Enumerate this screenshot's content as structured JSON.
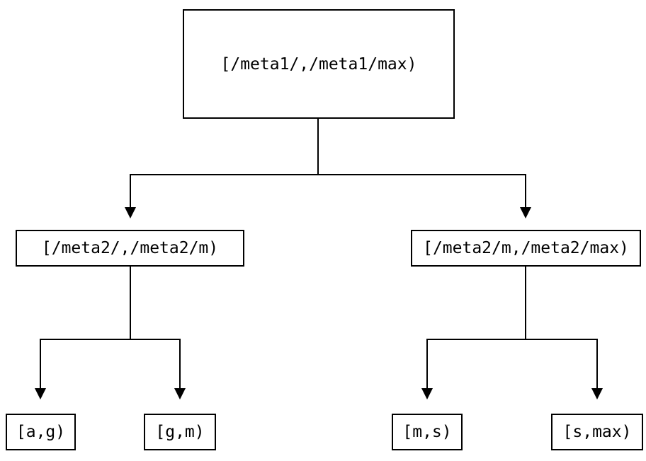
{
  "diagram": {
    "type": "tree",
    "nodes": {
      "root": {
        "id": "root",
        "label": "[/meta1/,/meta1/max)"
      },
      "meta2_low": {
        "id": "meta2_low",
        "label": "[/meta2/,/meta2/m)"
      },
      "meta2_high": {
        "id": "meta2_high",
        "label": "[/meta2/m,/meta2/max)"
      },
      "leaf_ag": {
        "id": "leaf_ag",
        "label": "[a,g)"
      },
      "leaf_gm": {
        "id": "leaf_gm",
        "label": "[g,m)"
      },
      "leaf_ms": {
        "id": "leaf_ms",
        "label": "[m,s)"
      },
      "leaf_smax": {
        "id": "leaf_smax",
        "label": "[s,max)"
      }
    },
    "edges": [
      {
        "from": "root",
        "to": "meta2_low"
      },
      {
        "from": "root",
        "to": "meta2_high"
      },
      {
        "from": "meta2_low",
        "to": "leaf_ag"
      },
      {
        "from": "meta2_low",
        "to": "leaf_gm"
      },
      {
        "from": "meta2_high",
        "to": "leaf_ms"
      },
      {
        "from": "meta2_high",
        "to": "leaf_smax"
      }
    ],
    "colors": {
      "line": "#000000",
      "box_border": "#000000",
      "box_fill": "#ffffff",
      "background": "#ffffff",
      "text": "#000000"
    }
  }
}
